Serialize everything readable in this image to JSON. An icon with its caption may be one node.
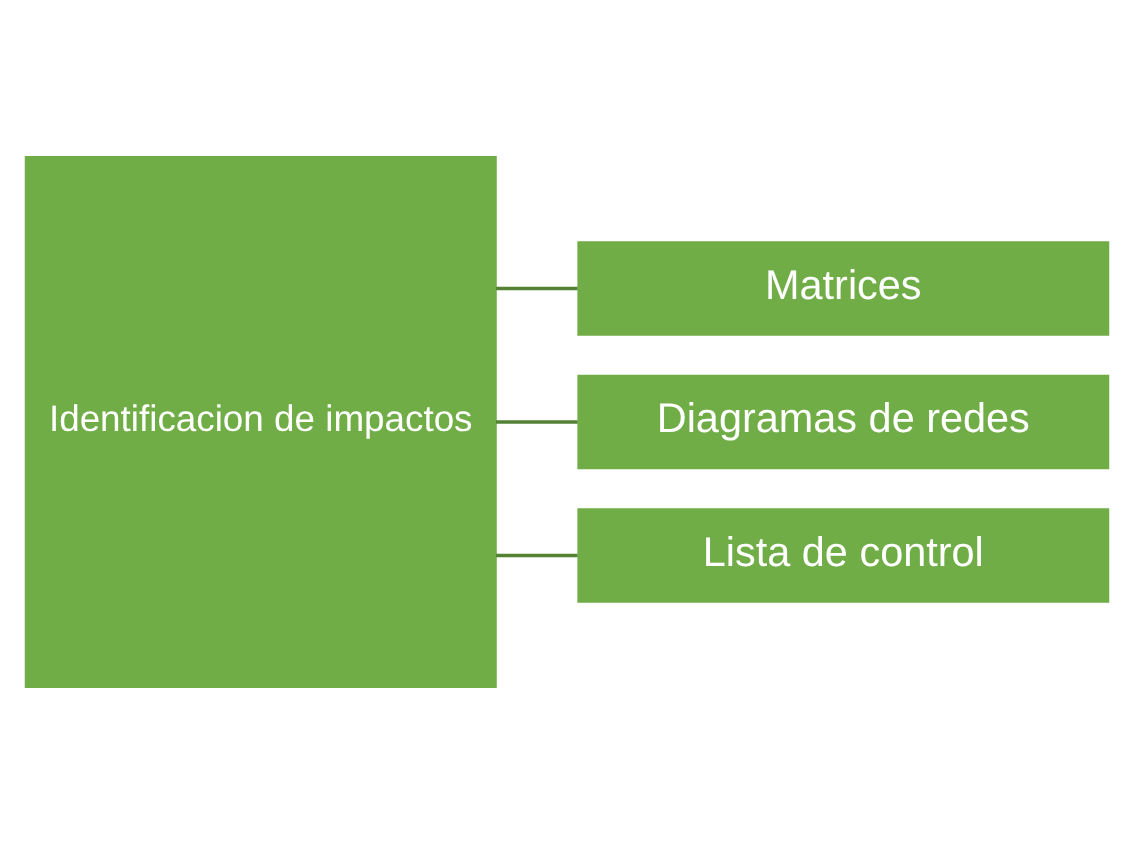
{
  "diagram": {
    "nodes": [
      {
        "text": [
          "Identificacion de impactos"
        ]
      },
      {
        "text": [
          "Matrices"
        ]
      },
      {
        "text": [
          "Diagramas de redes"
        ]
      },
      {
        "text": [
          "Lista de control"
        ]
      }
    ],
    "edges": [
      {
        "from": 0,
        "to": 1,
        "arrow": "none"
      },
      {
        "from": 0,
        "to": 2,
        "arrow": "none"
      },
      {
        "from": 0,
        "to": 3,
        "arrow": "none"
      }
    ]
  }
}
